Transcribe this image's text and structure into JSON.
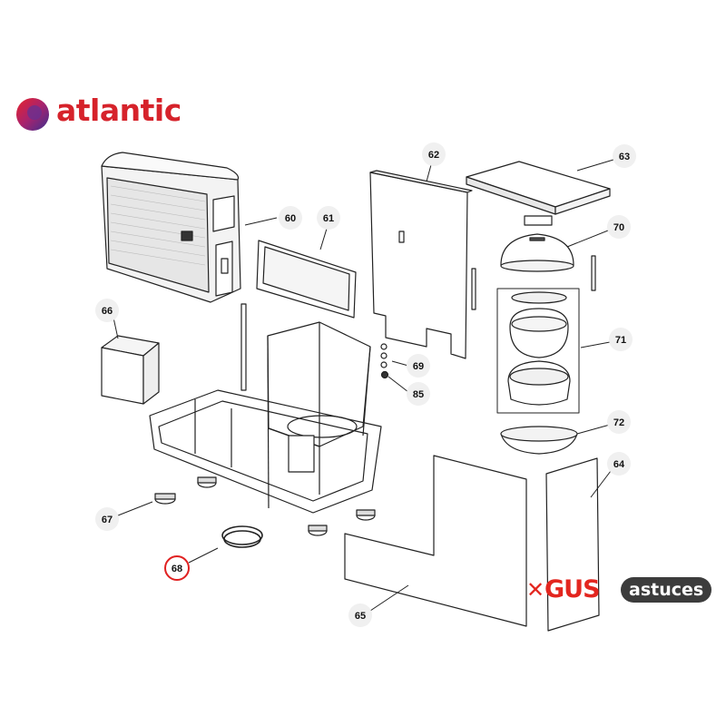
{
  "brand": {
    "name": "atlantic",
    "color": "#d6232b"
  },
  "watermark": {
    "name": "GUS",
    "suffix": "astuces",
    "cross": "✕"
  },
  "labels": {
    "p60": "60",
    "p61": "61",
    "p62": "62",
    "p63": "63",
    "p64": "64",
    "p65": "65",
    "p66": "66",
    "p67": "67",
    "p68": "68",
    "p69": "69",
    "p70": "70",
    "p71": "71",
    "p72": "72",
    "p85": "85"
  },
  "highlighted_part": "68",
  "highlight_color": "#e02020"
}
